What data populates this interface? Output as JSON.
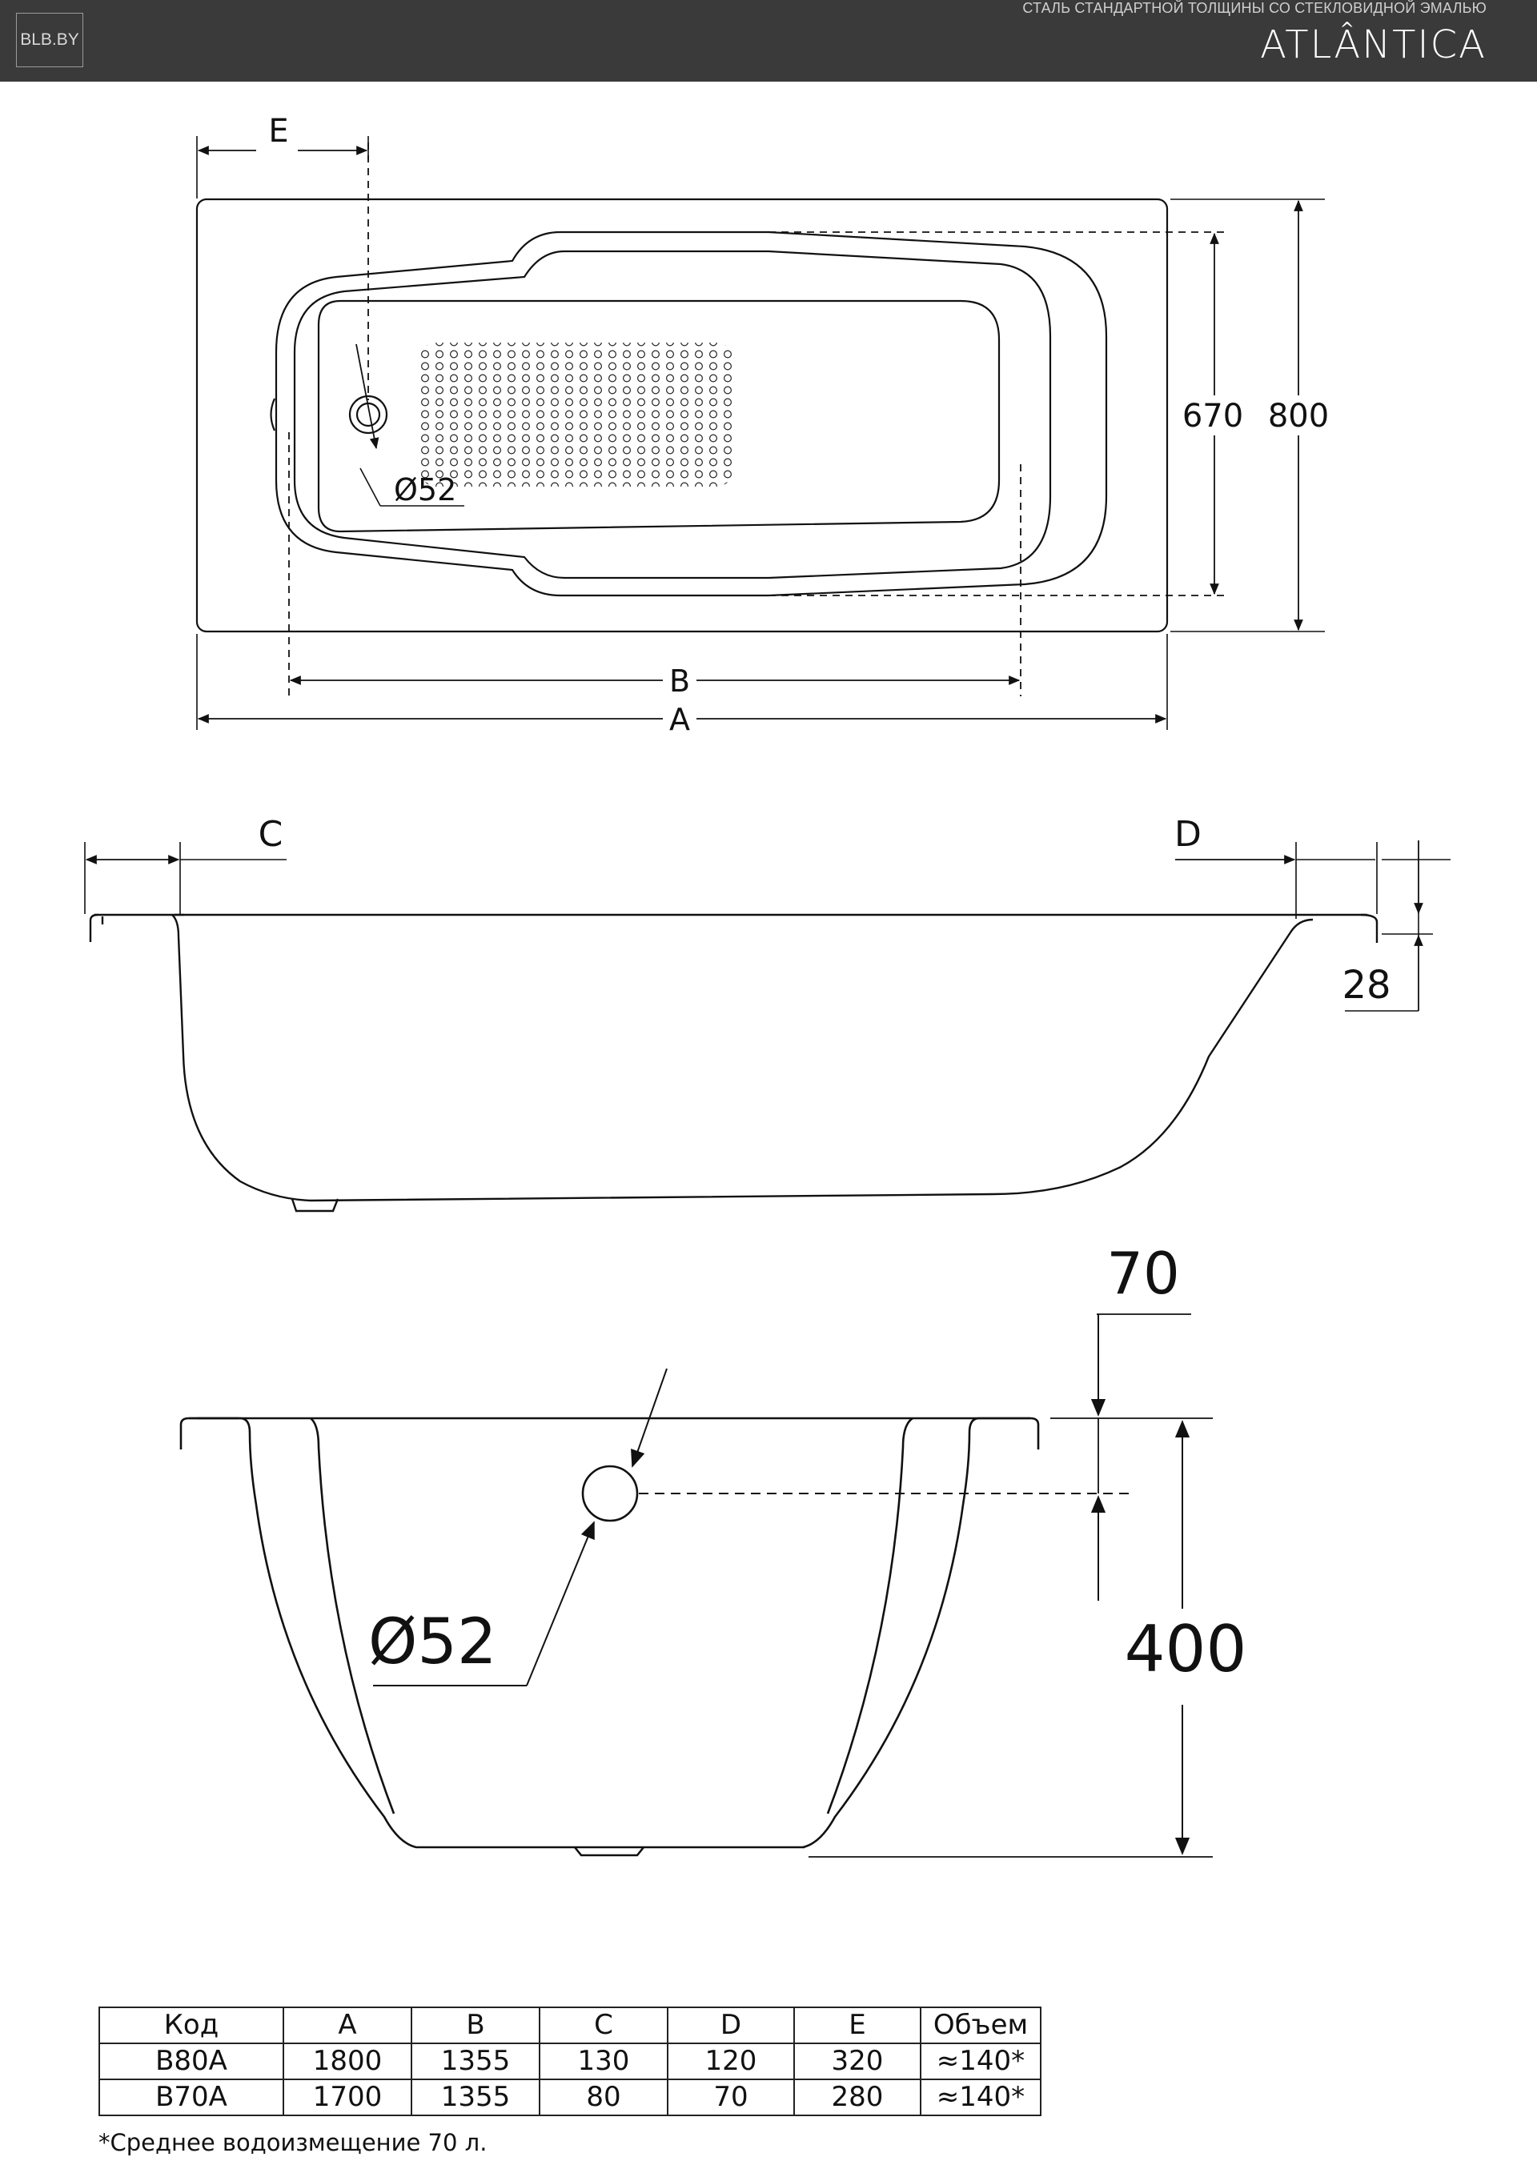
{
  "header": {
    "logo": "BLB.BY",
    "subtitle": "СТАЛЬ СТАНДАРТНОЙ ТОЛЩИНЫ СО СТЕКЛОВИДНОЙ ЭМАЛЬЮ",
    "brand": "ATLÂNTICA"
  },
  "top_view": {
    "label_e": "E",
    "label_b": "B",
    "label_a": "A",
    "dim_inner_width": "670",
    "dim_outer_width": "800",
    "drain_diameter": "Ø52"
  },
  "side_view": {
    "label_c": "C",
    "label_d": "D",
    "rim_height": "28"
  },
  "end_view": {
    "overflow_offset": "70",
    "depth": "400",
    "overflow_diameter": "Ø52"
  },
  "table": {
    "headers": [
      "Код",
      "A",
      "B",
      "C",
      "D",
      "E",
      "Объем"
    ],
    "rows": [
      [
        "B80A",
        "1800",
        "1355",
        "130",
        "120",
        "320",
        "≈140*"
      ],
      [
        "B70A",
        "1700",
        "1355",
        "80",
        "70",
        "280",
        "≈140*"
      ]
    ]
  },
  "footnote": "*Среднее водоизмещение 70 л."
}
